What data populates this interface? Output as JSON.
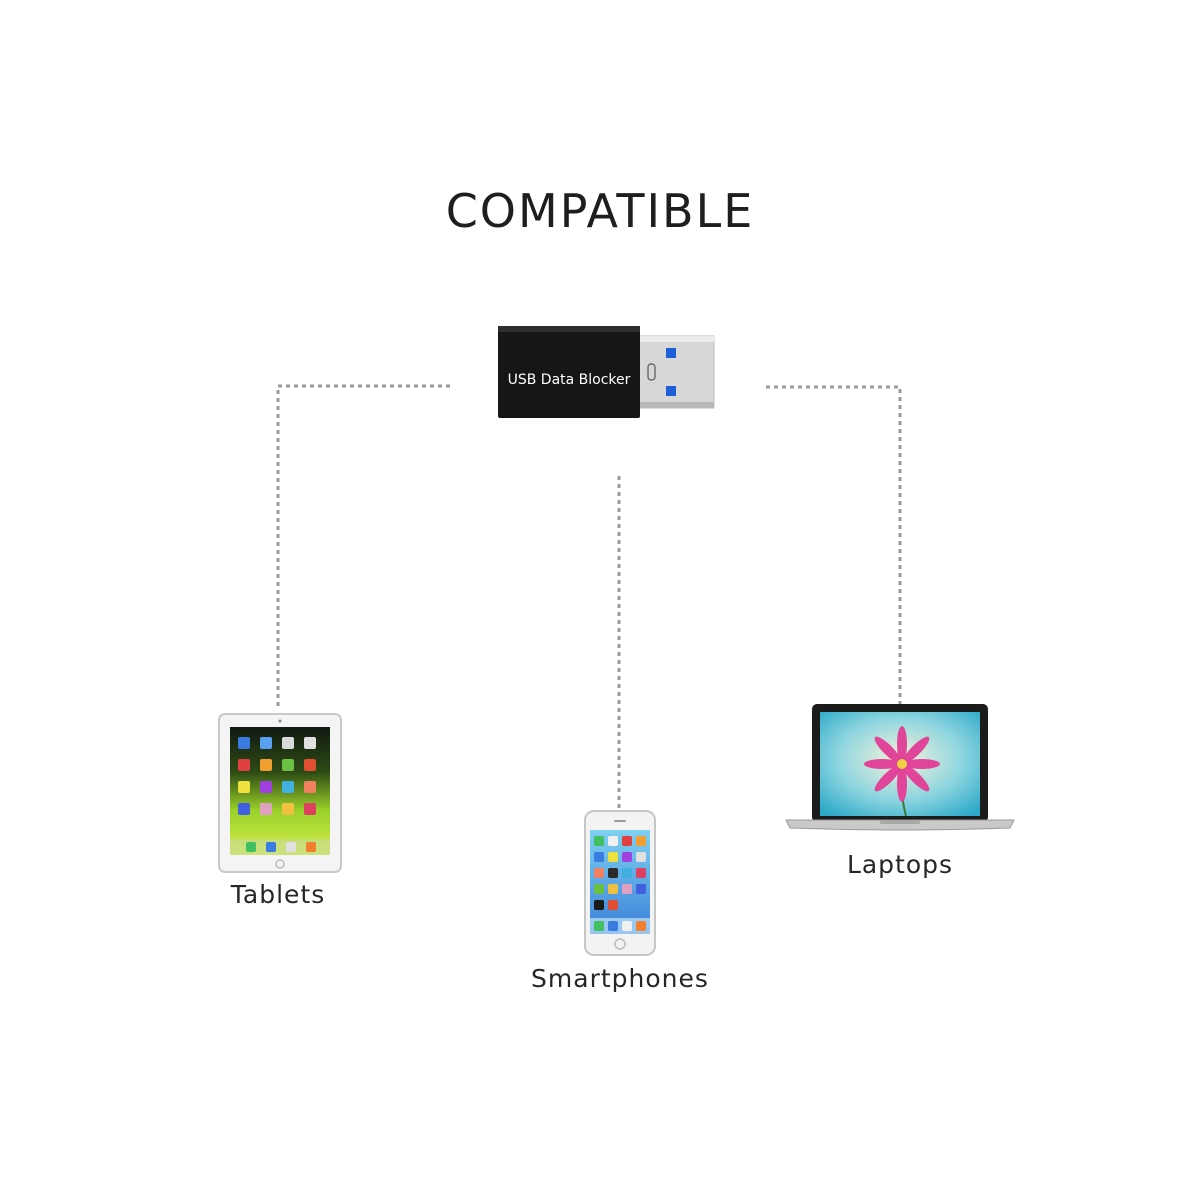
{
  "heading": "COMPATIBLE",
  "product": {
    "label": "USB Data Blocker",
    "body_color": "#161616",
    "plug_color": "#d6d6d6",
    "accent_color": "#1f5fd6"
  },
  "devices": [
    {
      "label": "Tablets",
      "icon": "tablet-icon"
    },
    {
      "label": "Smartphones",
      "icon": "smartphone-icon"
    },
    {
      "label": "Laptops",
      "icon": "laptop-icon"
    }
  ],
  "connector_color": "#9a9a9a"
}
